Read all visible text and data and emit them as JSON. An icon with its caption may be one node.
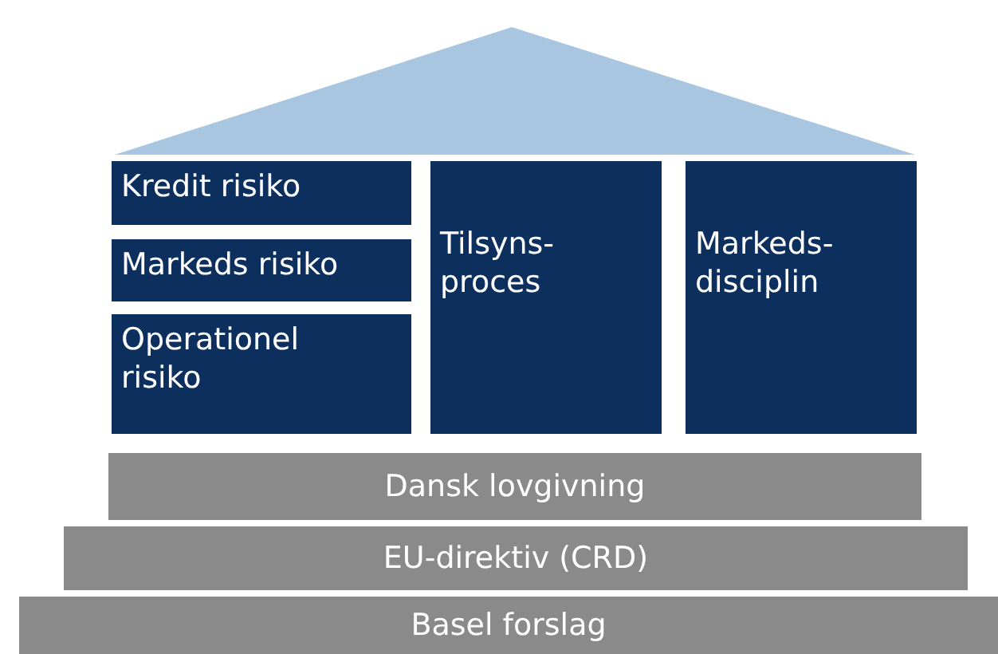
{
  "diagram": {
    "nodes": [
      {
        "text": [
          "Kredit risiko"
        ]
      },
      {
        "text": [
          "Markeds risiko"
        ]
      },
      {
        "text": [
          "Operationel risiko"
        ]
      },
      {
        "text": [
          "Tilsyns-proces"
        ]
      },
      {
        "text": [
          "Markeds-disciplin"
        ]
      },
      {
        "text": [
          "Dansk lovgivning"
        ]
      },
      {
        "text": [
          "EU-direktiv (CRD)"
        ]
      },
      {
        "text": [
          "Basel forslag"
        ]
      }
    ],
    "edges": []
  }
}
